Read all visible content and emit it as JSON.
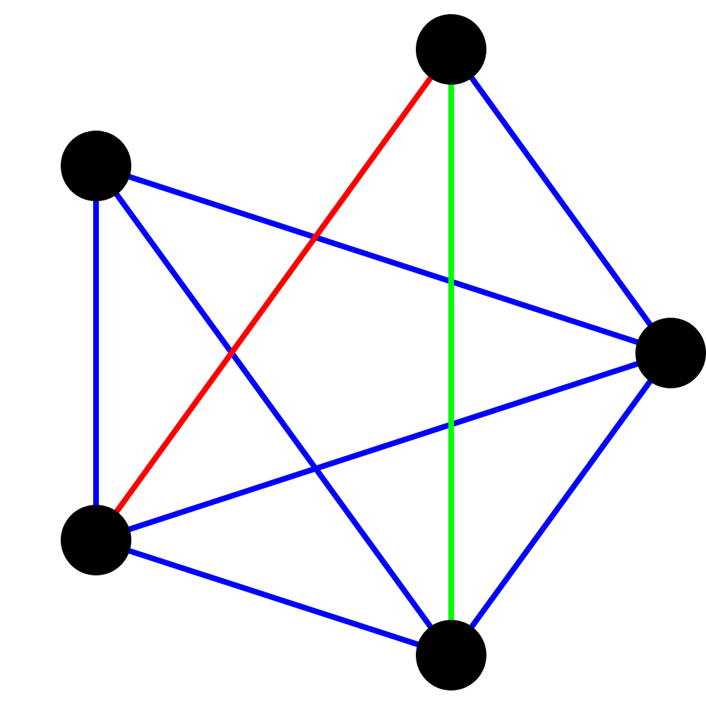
{
  "graph": {
    "nodes": [
      {
        "id": "top",
        "color": "#000000"
      },
      {
        "id": "upper-left",
        "color": "#000000"
      },
      {
        "id": "right",
        "color": "#000000"
      },
      {
        "id": "lower-left",
        "color": "#000000"
      },
      {
        "id": "bottom",
        "color": "#000000"
      }
    ],
    "edges": [
      {
        "from": "upper-left",
        "to": "right",
        "color": "#0000ff"
      },
      {
        "from": "upper-left",
        "to": "lower-left",
        "color": "#0000ff"
      },
      {
        "from": "upper-left",
        "to": "bottom",
        "color": "#0000ff"
      },
      {
        "from": "top",
        "to": "right",
        "color": "#0000ff"
      },
      {
        "from": "lower-left",
        "to": "right",
        "color": "#0000ff"
      },
      {
        "from": "right",
        "to": "bottom",
        "color": "#0000ff"
      },
      {
        "from": "lower-left",
        "to": "bottom",
        "color": "#0000ff"
      },
      {
        "from": "top",
        "to": "lower-left",
        "color": "#ff0000"
      },
      {
        "from": "top",
        "to": "bottom",
        "color": "#00ff00"
      }
    ]
  }
}
